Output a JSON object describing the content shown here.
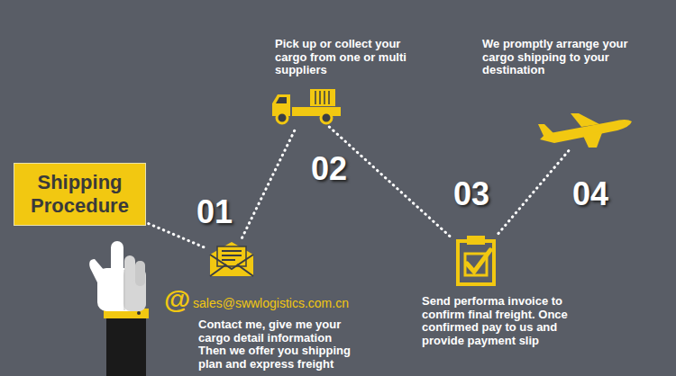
{
  "diagram": {
    "nodes": [
      {
        "text": [
          "Shipping Procedure"
        ]
      },
      {
        "text": [
          "sales@swwlogistics.com.cn",
          "Contact me, give me your cargo detail information Then we offer you shipping plan and express freight"
        ]
      },
      {
        "text": [
          "Pick up or collect your cargo from one or multi suppliers"
        ]
      },
      {
        "text": [
          "Send performa invoice to confirm final freight. Once confirmed pay to us and provide payment slip"
        ]
      },
      {
        "text": [
          "We promptly arrange your cargo shipping to your destination"
        ]
      }
    ],
    "edges": [
      {
        "from": 0,
        "to": 1,
        "arrow": "none"
      },
      {
        "from": 1,
        "to": 2,
        "arrow": "none"
      },
      {
        "from": 2,
        "to": 3,
        "arrow": "none"
      },
      {
        "from": 3,
        "to": 4,
        "arrow": "none"
      }
    ],
    "labels": [
      "01",
      "@",
      "02",
      "03",
      "04"
    ]
  }
}
